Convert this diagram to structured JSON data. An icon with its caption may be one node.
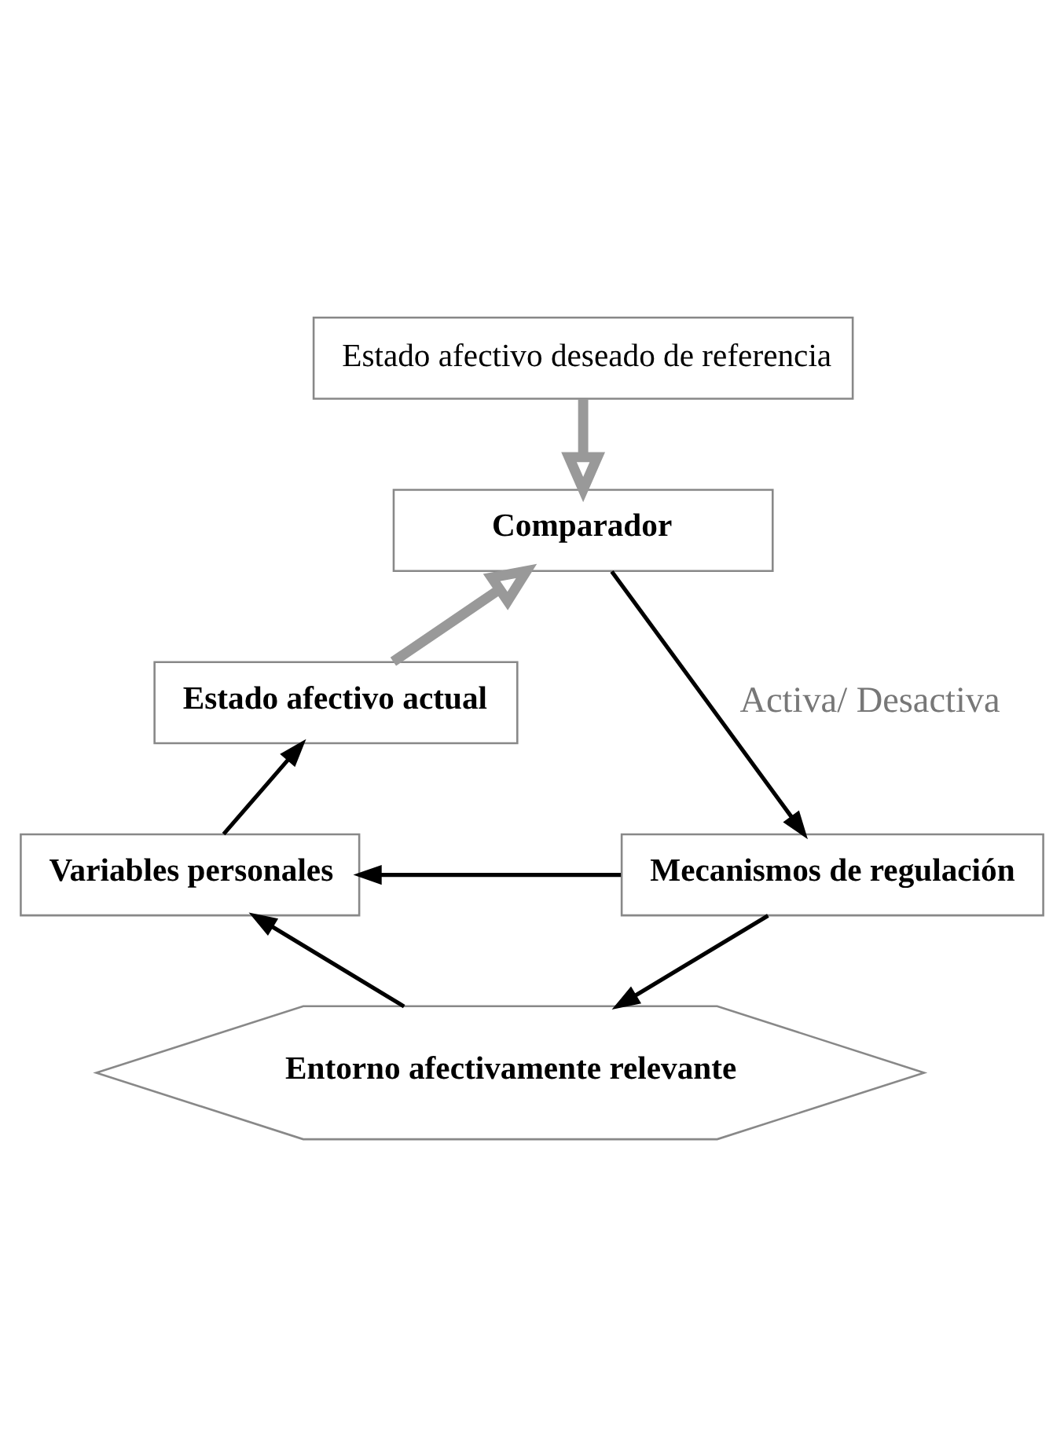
{
  "diagram": {
    "nodes": [
      {
        "text": [
          "Estado afectivo deseado de referencia"
        ]
      },
      {
        "text": [
          "Comparador"
        ]
      },
      {
        "text": [
          "Estado afectivo actual"
        ]
      },
      {
        "text": [
          "Variables personales"
        ]
      },
      {
        "text": [
          "Mecanismos de regulación"
        ]
      },
      {
        "text": [
          "Entorno afectivamente relevante"
        ]
      }
    ],
    "edges": [
      {
        "from": 0,
        "to": 1,
        "arrow": "to",
        "style": "thick",
        "color": "#999999"
      },
      {
        "from": 2,
        "to": 1,
        "arrow": "to",
        "style": "thick",
        "color": "#999999"
      },
      {
        "from": 1,
        "to": 4,
        "arrow": "to",
        "label": "Activa/ Desactiva"
      },
      {
        "from": 4,
        "to": 3,
        "arrow": "to"
      },
      {
        "from": 3,
        "to": 2,
        "arrow": "to"
      },
      {
        "from": 4,
        "to": 5,
        "arrow": "to"
      },
      {
        "from": 5,
        "to": 3,
        "arrow": "to"
      }
    ]
  }
}
